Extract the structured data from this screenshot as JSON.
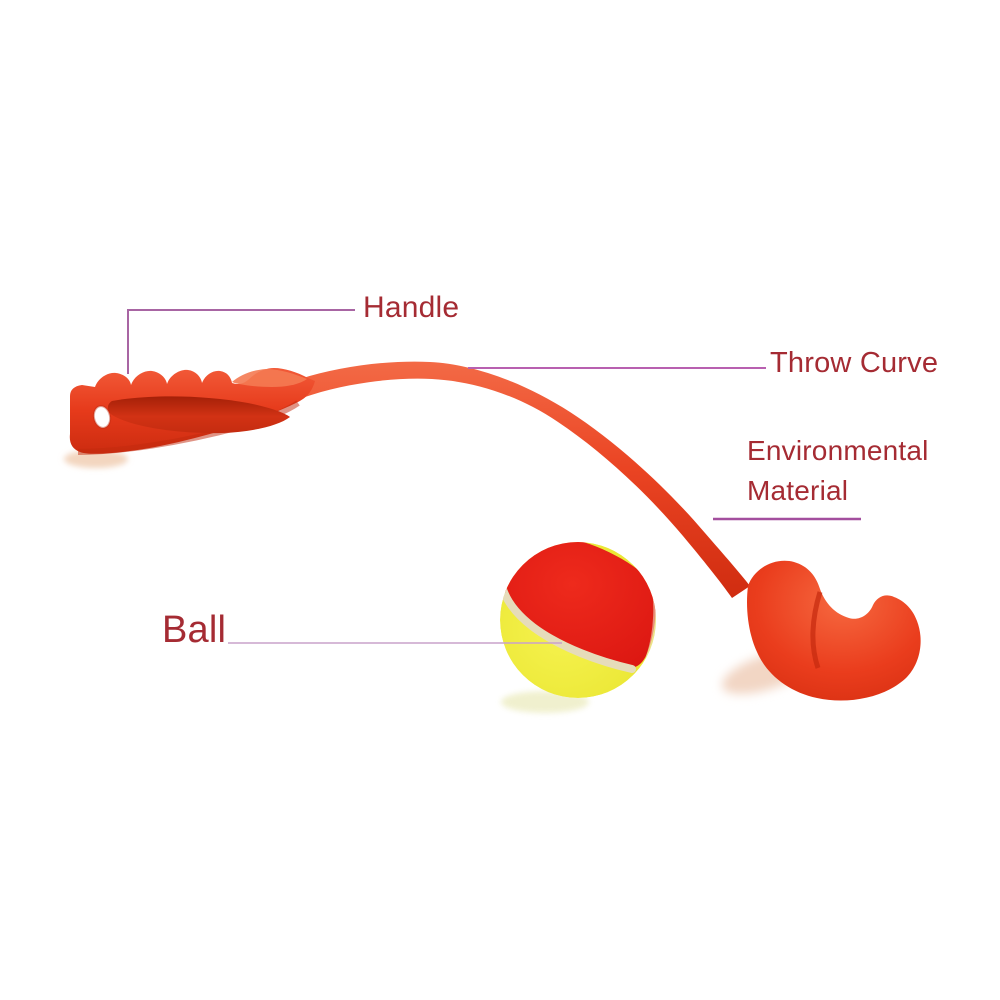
{
  "title": "Dog ball thrower annotated product diagram",
  "background": "#ffffff",
  "labels": {
    "handle": "Handle",
    "throw_curve": "Throw Curve",
    "environmental_material": {
      "line1": "Environmental",
      "line2": "Material"
    },
    "ball": "Ball"
  },
  "colors": {
    "label_text": "#a52b33",
    "leader_purple": "#a865a3",
    "leader_magenta": "#b860b0",
    "leader_underline": "#a34f9e",
    "leader_light": "#c9a2ca",
    "launcher_red": "#e83d1e",
    "launcher_red_dark": "#c5290e",
    "launcher_highlight": "#f4714d",
    "ball_red": "#e01b15",
    "ball_yellow": "#f1ee3e",
    "ball_seam": "#e6dcba"
  }
}
